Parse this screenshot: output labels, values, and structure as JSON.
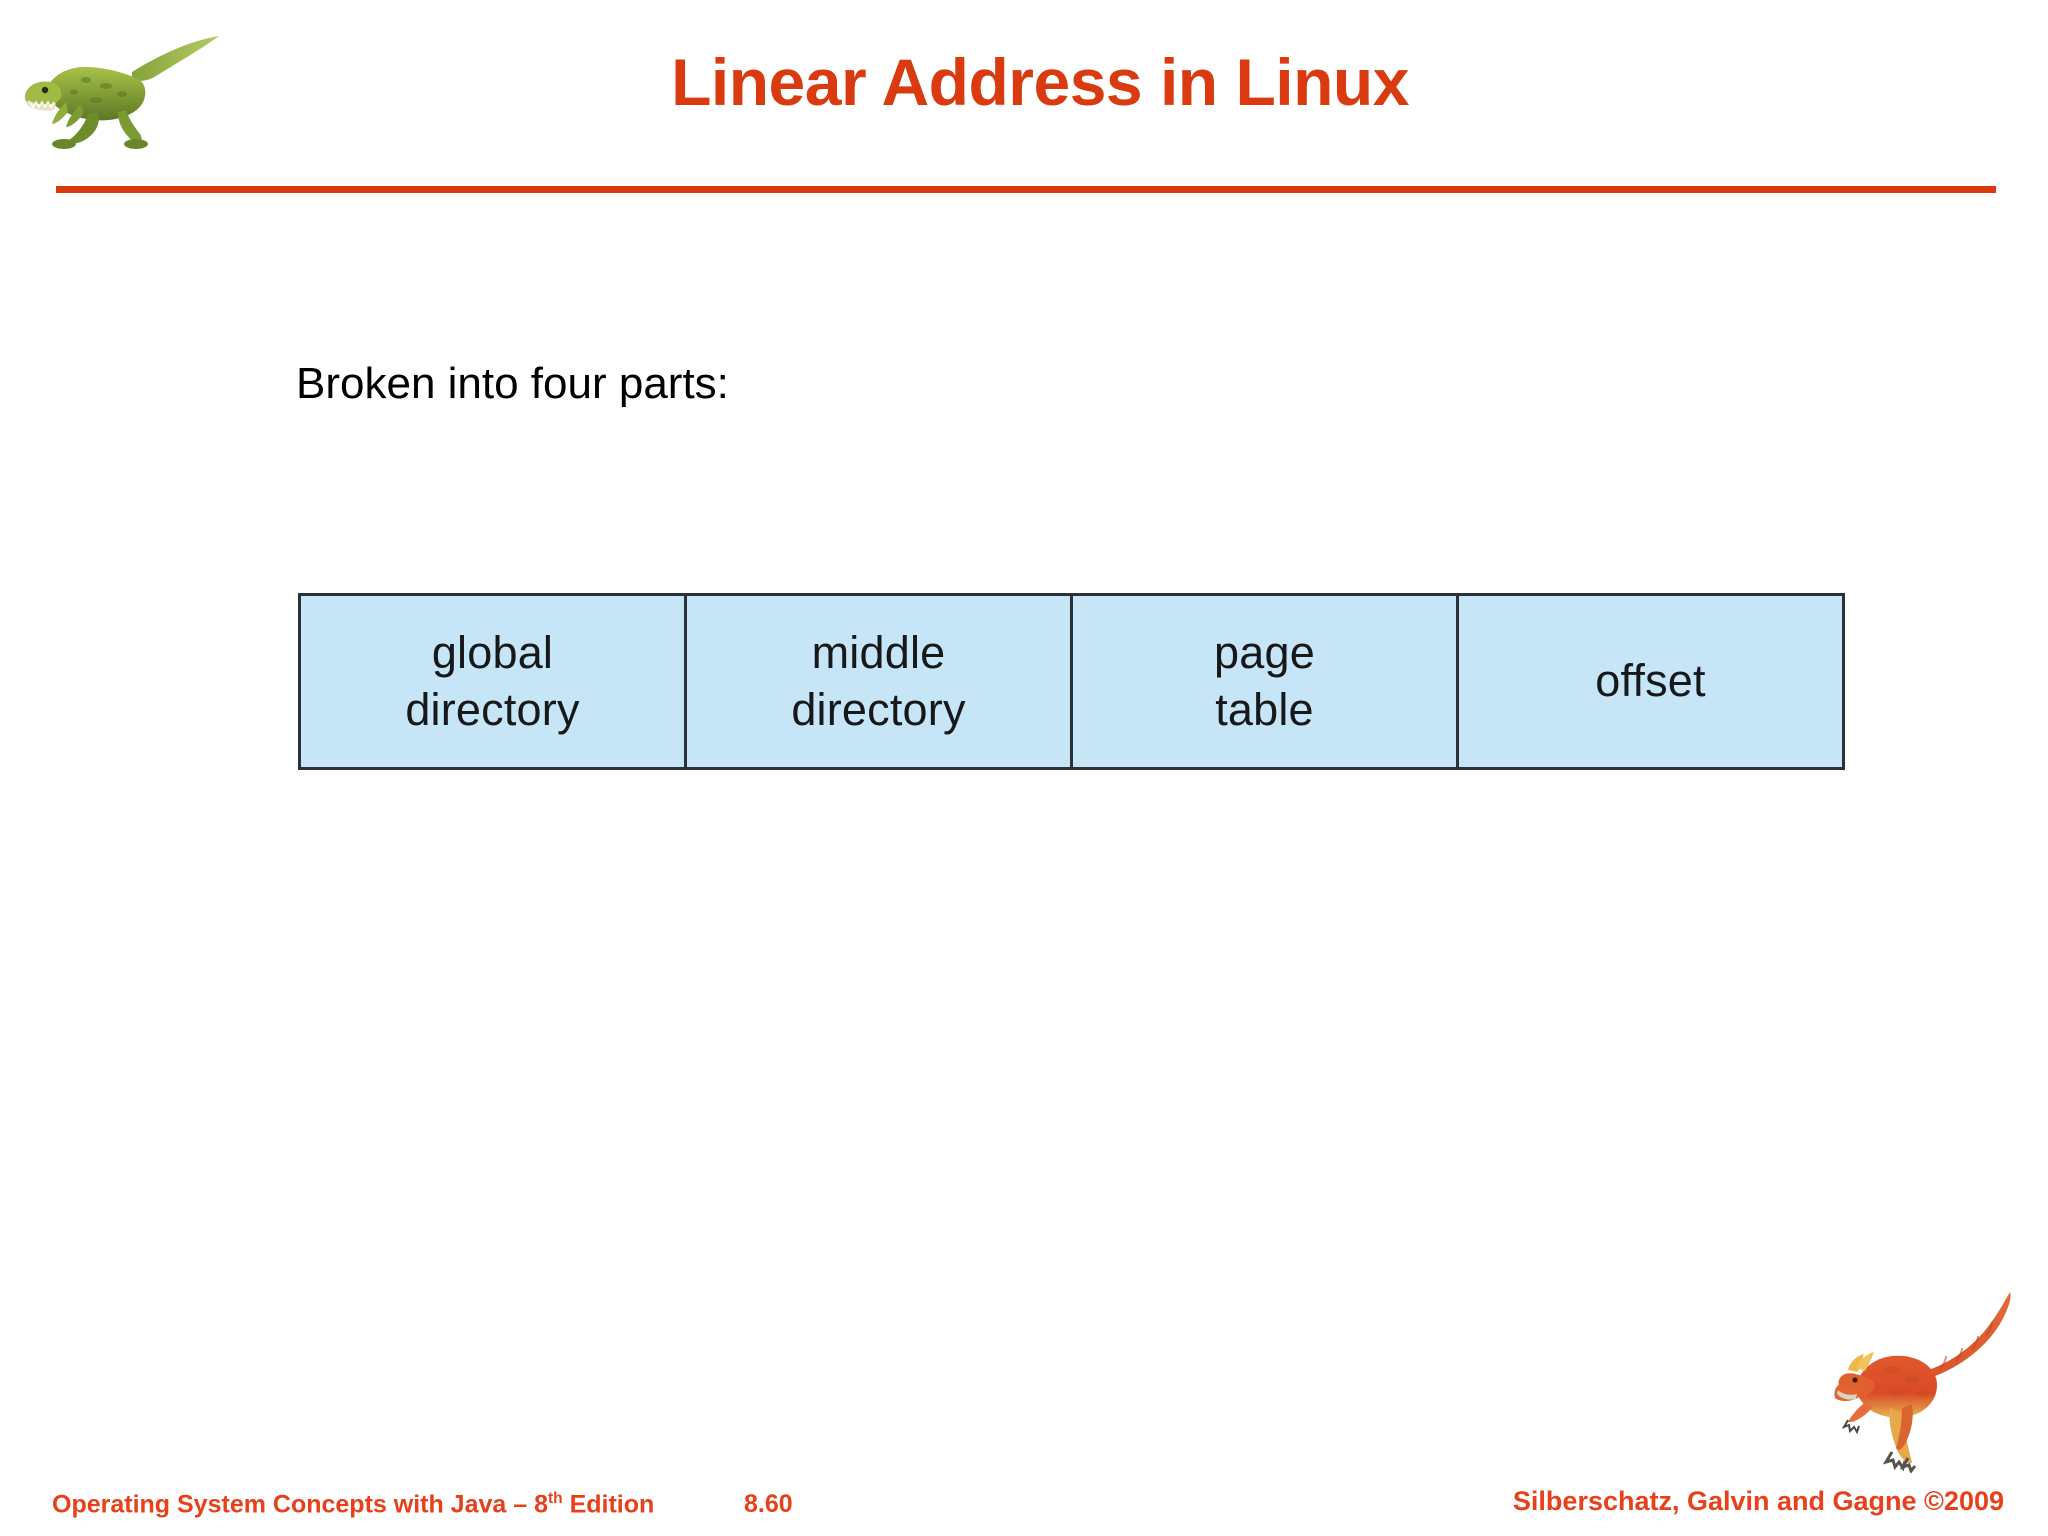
{
  "slide": {
    "title": "Linear Address in Linux",
    "title_color": "#D93A10",
    "rule_color": "#D93A10",
    "background": "#ffffff",
    "body_text": "Broken into four parts:"
  },
  "diagram": {
    "name": "linear-address-layout",
    "fill_color": "#c6e6f7",
    "border_color": "#2b3138",
    "cells": [
      {
        "label": "global\ndirectory"
      },
      {
        "label": "middle\ndirectory"
      },
      {
        "label": "page\ntable"
      },
      {
        "label": "offset"
      }
    ]
  },
  "icons": {
    "header_dino": "tyrannosaurus-icon",
    "footer_dino": "dilophosaurus-icon"
  },
  "footer": {
    "left_prefix": "Operating System Concepts  with Java – 8",
    "left_sup": "th",
    "left_suffix": " Edition",
    "slide_number": "8.60",
    "right": "Silberschatz, Galvin and Gagne ©2009",
    "color": "#E8401A"
  }
}
